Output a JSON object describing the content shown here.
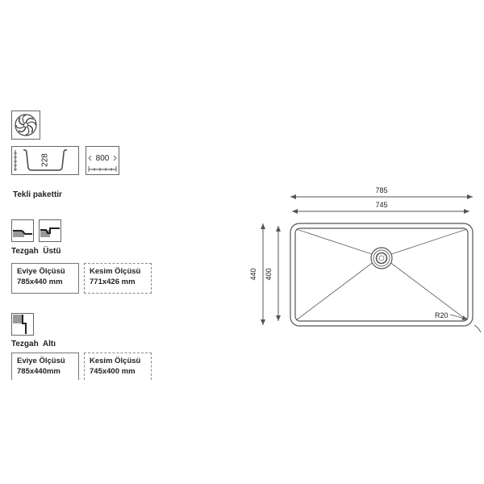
{
  "icons": {
    "drain": "swirl-drain-icon",
    "depth": {
      "value": "228"
    },
    "cabinet": {
      "value": "800"
    }
  },
  "package_label": "Tekli pakettir",
  "top_mount": {
    "label": "Tezgah  Üstü",
    "sink_size": {
      "title": "Eviye Ölçüsü",
      "value": "785x440 mm"
    },
    "cut_size": {
      "title": "Kesim Ölçüsü",
      "value": "771x426 mm"
    }
  },
  "under_mount": {
    "label": "Tezgah  Altı",
    "sink_size": {
      "title": "Eviye Ölçüsü",
      "value": "785x440mm"
    },
    "cut_size": {
      "title": "Kesim Ölçüsü",
      "value": "745x400 mm"
    }
  },
  "drawing": {
    "outer_width": "785",
    "inner_width": "745",
    "outer_height": "440",
    "inner_height": "400",
    "corner_radius": "R20"
  },
  "colors": {
    "line": "#555555",
    "bowl_line": "#666666"
  }
}
